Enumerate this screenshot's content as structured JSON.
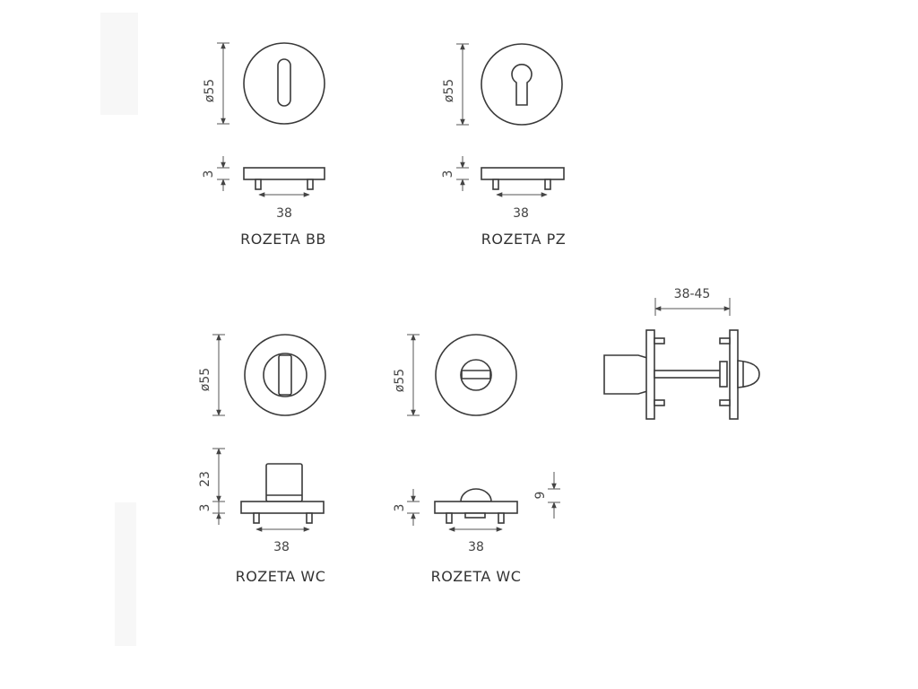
{
  "rosettes": [
    {
      "label": "ROZETA BB",
      "diameter": "ø55",
      "thickness": "3",
      "spacing": "38"
    },
    {
      "label": "ROZETA PZ",
      "diameter": "ø55",
      "thickness": "3",
      "spacing": "38"
    },
    {
      "label": "ROZETA WC",
      "diameter": "ø55",
      "thickness": "3",
      "knob_height": "23",
      "spacing": "38"
    },
    {
      "label": "ROZETA WC",
      "diameter": "ø55",
      "thickness": "3",
      "spindle_height": "9",
      "spacing": "38"
    }
  ],
  "side_view": {
    "range": "38-45"
  }
}
